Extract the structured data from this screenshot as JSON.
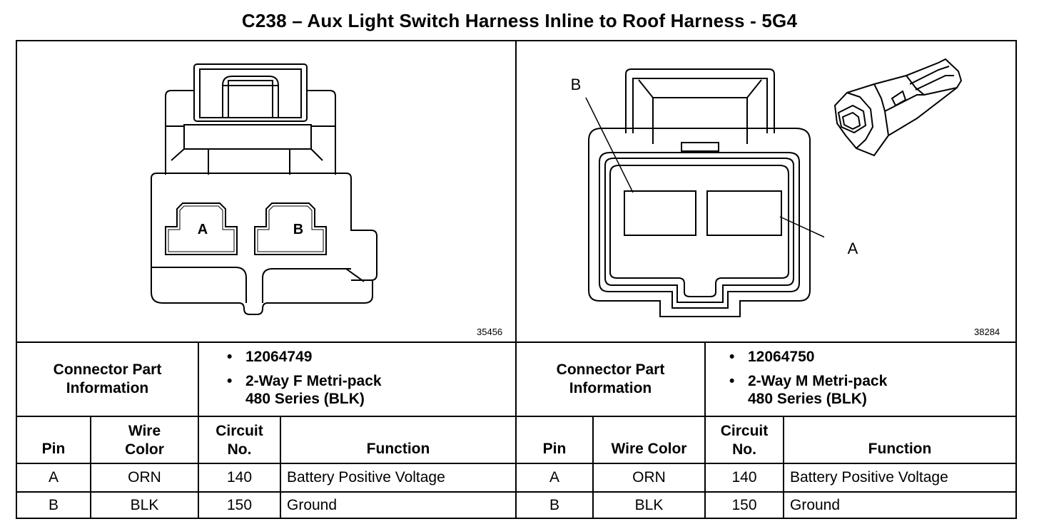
{
  "title": "C238 – Aux Light Switch Harness Inline to Roof Harness - 5G4",
  "left": {
    "image_number": "35456",
    "cavity_labels": [
      "A",
      "B"
    ],
    "connector_label": [
      "Connector Part",
      "Information"
    ],
    "part_number": "12064749",
    "part_desc_line1": "2-Way F Metri-pack",
    "part_desc_line2": "480 Series (BLK)",
    "headers": {
      "pin": "Pin",
      "wire_color_1": "Wire",
      "wire_color_2": "Color",
      "circuit_1": "Circuit",
      "circuit_2": "No.",
      "function": "Function"
    },
    "rows": [
      {
        "pin": "A",
        "color": "ORN",
        "circuit": "140",
        "function": "Battery Positive Voltage"
      },
      {
        "pin": "B",
        "color": "BLK",
        "circuit": "150",
        "function": "Ground"
      }
    ]
  },
  "right": {
    "image_number": "38284",
    "cavity_labels": [
      "B",
      "A"
    ],
    "connector_label": [
      "Connector Part",
      "Information"
    ],
    "part_number": "12064750",
    "part_desc_line1": "2-Way M Metri-pack",
    "part_desc_line2": "480 Series (BLK)",
    "headers": {
      "pin": "Pin",
      "wire_color": "Wire Color",
      "circuit_1": "Circuit",
      "circuit_2": "No.",
      "function": "Function"
    },
    "rows": [
      {
        "pin": "A",
        "color": "ORN",
        "circuit": "140",
        "function": "Battery Positive Voltage"
      },
      {
        "pin": "B",
        "color": "BLK",
        "circuit": "150",
        "function": "Ground"
      }
    ]
  },
  "bullet": "•"
}
